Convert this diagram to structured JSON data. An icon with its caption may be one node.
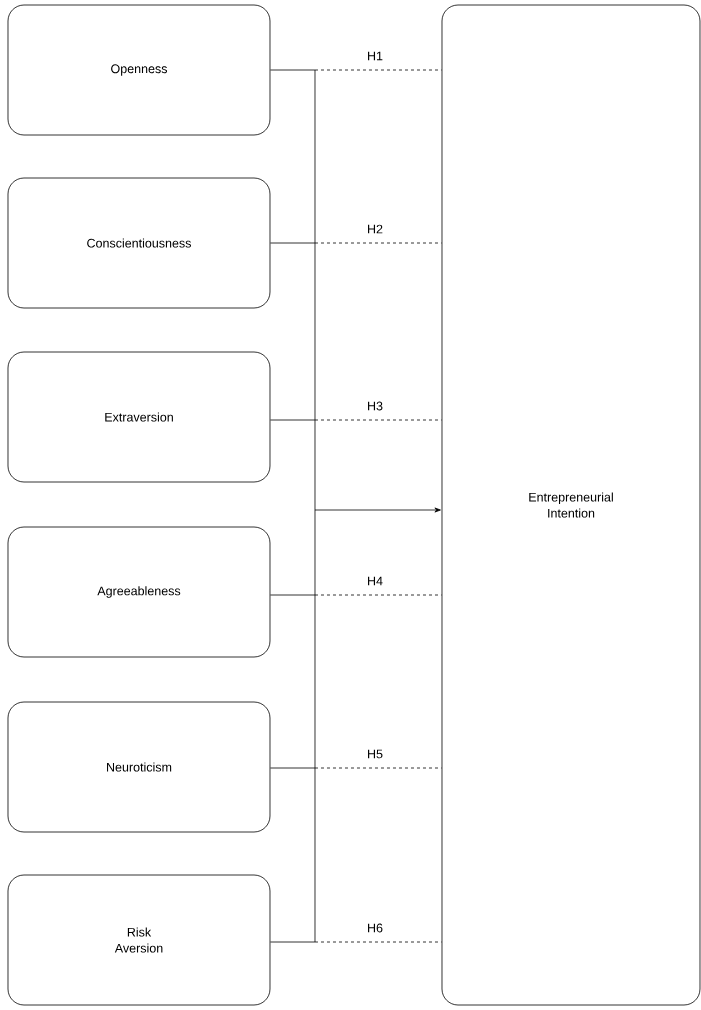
{
  "diagram": {
    "nodes": [
      {
        "text": [
          "Openness"
        ]
      },
      {
        "text": [
          "Conscientiousness"
        ]
      },
      {
        "text": [
          "Extraversion"
        ]
      },
      {
        "text": [
          "Agreeableness"
        ]
      },
      {
        "text": [
          "Neuroticism"
        ]
      },
      {
        "text": [
          "Risk Aversion"
        ]
      },
      {
        "text": [
          "Entrepreneurial Intention"
        ]
      }
    ],
    "edges": [
      {
        "from": 0,
        "to": 6,
        "arrow": "none",
        "label": "H1",
        "style": "dashed"
      },
      {
        "from": 1,
        "to": 6,
        "arrow": "none",
        "label": "H2",
        "style": "dashed"
      },
      {
        "from": 2,
        "to": 6,
        "arrow": "none",
        "label": "H3",
        "style": "dashed"
      },
      {
        "from": 3,
        "to": 6,
        "arrow": "none",
        "label": "H4",
        "style": "dashed"
      },
      {
        "from": 4,
        "to": 6,
        "arrow": "none",
        "label": "H5",
        "style": "dashed"
      },
      {
        "from": 5,
        "to": 6,
        "arrow": "none",
        "label": "H6",
        "style": "dashed"
      },
      {
        "from": null,
        "to": 6,
        "arrow": "to"
      }
    ]
  }
}
